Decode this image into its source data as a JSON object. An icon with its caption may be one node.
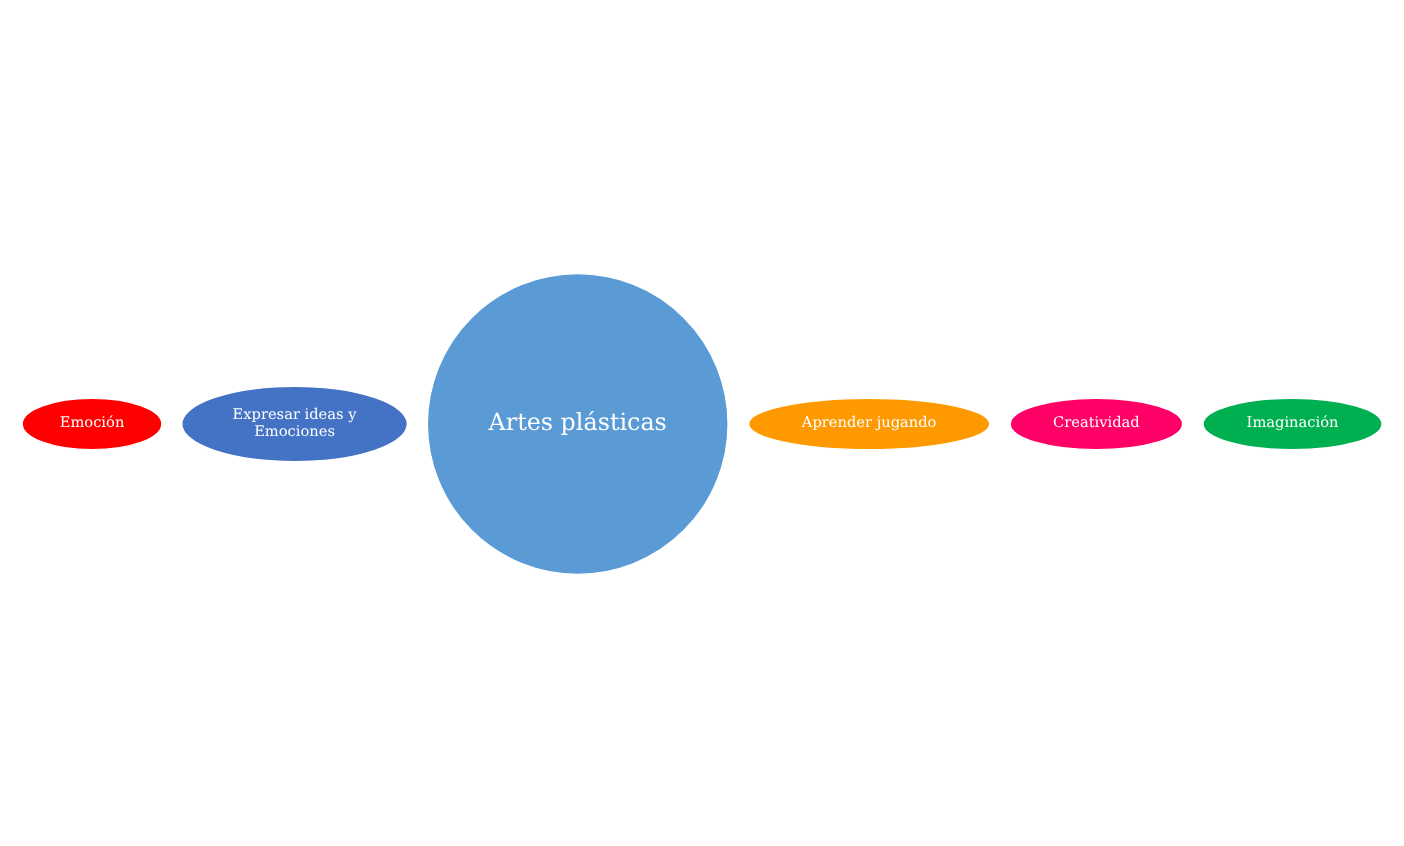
{
  "diagram": {
    "nodes": [
      {
        "text": [
          "Emoción"
        ]
      },
      {
        "text": [
          "Expresar ideas y Emociones"
        ]
      },
      {
        "text": [
          "Aprender jugando"
        ]
      },
      {
        "text": [
          "Artes plásticas"
        ]
      },
      {
        "text": [
          "Creatividad"
        ]
      },
      {
        "text": [
          "Imaginación"
        ]
      }
    ]
  }
}
